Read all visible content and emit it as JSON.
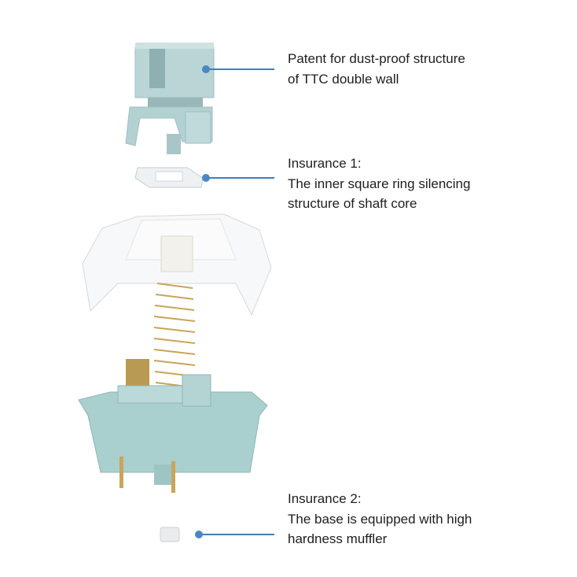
{
  "callouts": [
    {
      "lines": [
        "Patent for dust-proof structure",
        "of TTC double wall"
      ]
    },
    {
      "lines": [
        "Insurance 1:",
        "The inner square ring silencing",
        "structure of shaft core"
      ]
    },
    {
      "lines": [
        "Insurance 2:",
        "The base is equipped with high",
        "hardness muffler"
      ]
    }
  ],
  "colors": {
    "leader": "#3f7fb6",
    "dot": "#4a87c4",
    "stem": "#b6d3d4",
    "housing": "#a9cfcf",
    "spring": "#c9a55a"
  }
}
